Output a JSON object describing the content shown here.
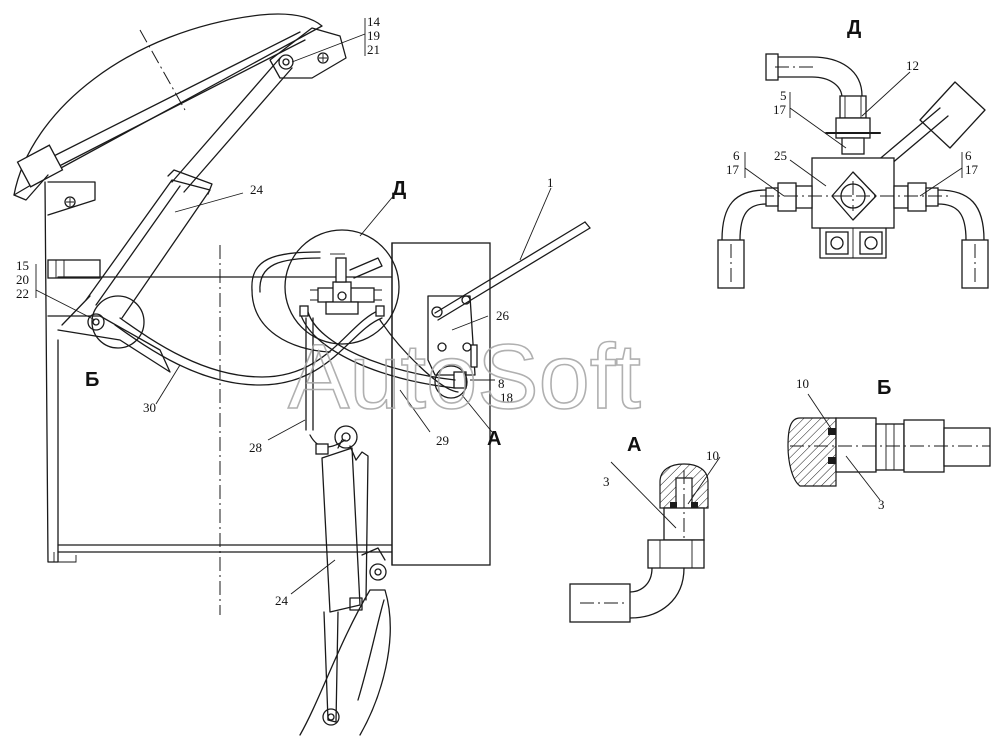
{
  "views": {
    "main": {
      "callout_d": "Д",
      "callout_b": "Б",
      "callout_a": "А"
    },
    "detail_d": {
      "title": "Д"
    },
    "detail_a": {
      "title": "А"
    },
    "detail_b": {
      "title": "Б"
    }
  },
  "labels": {
    "l14": "14",
    "l19": "19",
    "l21": "21",
    "l24a": "24",
    "l15": "15",
    "l20": "20",
    "l22": "22",
    "l30": "30",
    "l1": "1",
    "l26": "26",
    "l8": "8",
    "l18": "18",
    "l28": "28",
    "l29": "29",
    "l24b": "24",
    "d12": "12",
    "d5": "5",
    "d17a": "17",
    "d6a": "6",
    "d17b": "17",
    "d25": "25",
    "d6b": "6",
    "d17c": "17",
    "a3": "3",
    "a10": "10",
    "b10": "10",
    "b3": "3"
  },
  "watermark": "AutoSoft"
}
